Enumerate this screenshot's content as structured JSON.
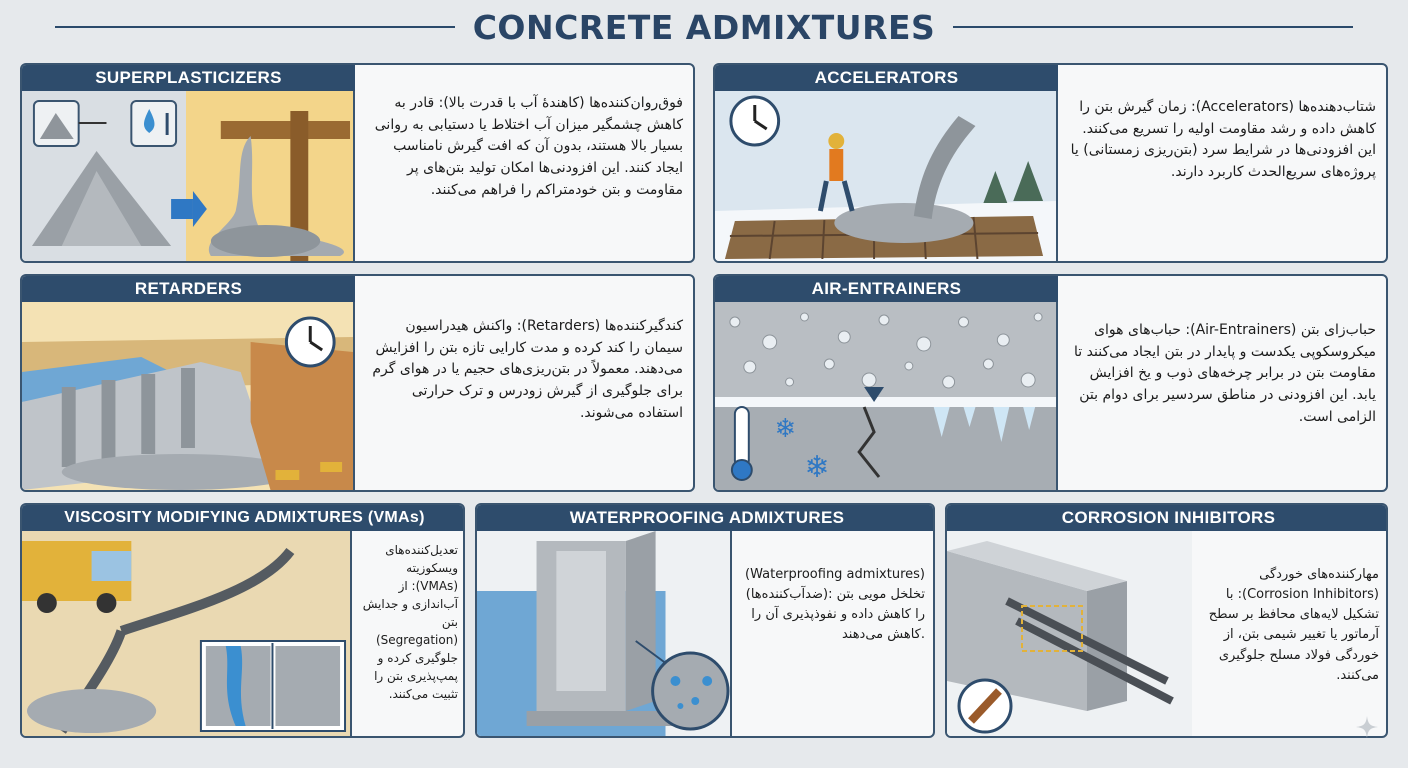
{
  "page": {
    "title": "CONCRETE ADMIXTURES"
  },
  "cards": {
    "superplasticizers": {
      "title": "SUPERPLASTICIZERS",
      "body": "فوق‌روان‌کننده‌ها (کاهندهٔ آب با قدرت بالا): قادر به کاهش چشمگیر میزان آب اختلاط یا دستیابی به روانی بسیار بالا هستند، بدون آن که افت گیرش نامناسب ایجاد کنند. این افزودنی‌ها امکان تولید بتن‌های پر مقاومت و بتن خودمتراکم را فراهم می‌کنند."
    },
    "accelerators": {
      "title": "ACCELERATORS",
      "body": "شتاب‌دهنده‌ها (Accelerators): زمان گیرش بتن را کاهش داده و رشد مقاومت اولیه را تسریع می‌کنند. این افزودنی‌ها در شرایط سرد (بتن‌ریزی زمستانی) یا پروژه‌های سریع‌الحدث کاربرد دارند."
    },
    "retarders": {
      "title": "RETARDERS",
      "body": "کندگیرکننده‌ها (Retarders): واکنش هیدراسیون سیمان را کند کرده و مدت کارایی تازه بتن را افزایش می‌دهند. معمولاً در بتن‌ریزی‌های حجیم یا در هوای گرم برای جلوگیری از گیرش زودرس و ترک حرارتی استفاده می‌شوند."
    },
    "air_entrainers": {
      "title": "AIR-ENTRAINERS",
      "body": "حباب‌زای بتن (Air-Entrainers): حباب‌های هوای میکروسکوپی یکدست و پایدار در بتن ایجاد می‌کنند تا مقاومت بتن در برابر چرخه‌های ذوب و یخ افزایش یابد. این افزودنی در مناطق سردسیر برای دوام بتن الزامی است."
    },
    "vmas": {
      "title": "VISCOSITY MODIFYING ADMIXTURES (VMAs)",
      "body": "تعدیل‌کننده‌های ویسکوزیته (VMAs): از آب‌اندازی و جدایش بتن (Segregation) جلوگیری کرده و پمپ‌پذیری بتن را تثبیت می‌کنند."
    },
    "waterproofing": {
      "title": "WATERPROOFING ADMIXTURES",
      "body": "(Waterproofing admixtures) (ضدآب‌کننده‌ها): تخلخل مویی بتن را کاهش داده و نفوذپذیری آن را کاهش می‌دهند."
    },
    "corrosion": {
      "title": "CORROSION INHIBITORS",
      "body": "مهارکننده‌های خوردگی (Corrosion Inhibitors): با تشکیل لایه‌های محافظ بر سطح آرماتور یا تغییر شیمی بتن، از خوردگی فولاد مسلح جلوگیری می‌کنند."
    }
  },
  "colors": {
    "header_bg": "#2e4c6c",
    "title_color": "#2a4566",
    "page_bg": "#e6e9ec"
  }
}
